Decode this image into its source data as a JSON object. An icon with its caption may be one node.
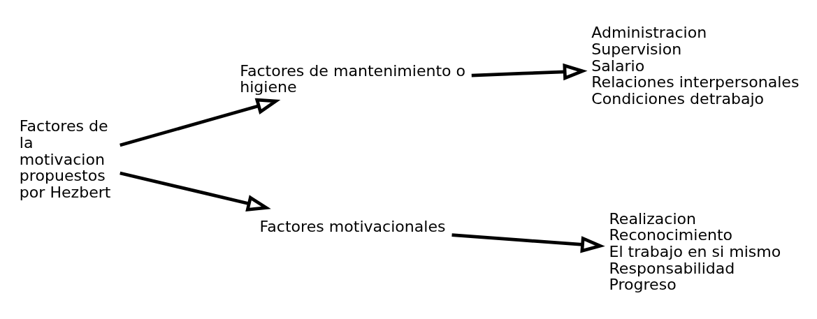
{
  "diagram": {
    "nodes": [
      {
        "text": [
          "Factores de la motivacion propuestos por Hezbert"
        ]
      },
      {
        "text": [
          "Factores de mantenimiento o higiene"
        ]
      },
      {
        "text": [
          "Factores motivacionales"
        ]
      },
      {
        "text": [
          "Administracion",
          "Supervision",
          "Salario",
          "Relaciones interpersonales",
          "Condiciones detrabajo"
        ]
      },
      {
        "text": [
          "Realizacion",
          "Reconocimiento",
          "El trabajo en si mismo",
          "Responsabilidad",
          "Progreso"
        ]
      }
    ],
    "edges": [
      {
        "from": 0,
        "to": 1,
        "arrow": "to"
      },
      {
        "from": 0,
        "to": 2,
        "arrow": "to"
      },
      {
        "from": 1,
        "to": 3,
        "arrow": "to"
      },
      {
        "from": 2,
        "to": 4,
        "arrow": "to"
      }
    ]
  }
}
